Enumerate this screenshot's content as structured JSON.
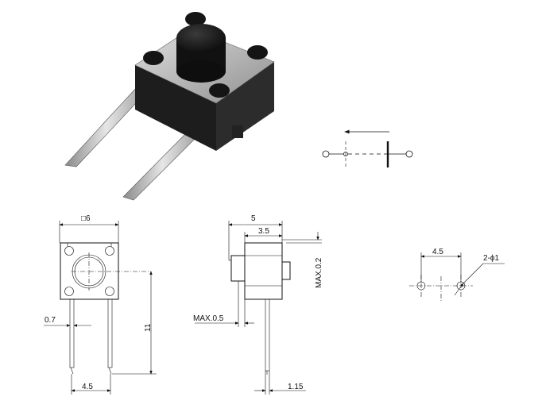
{
  "photo": {
    "subject": "tactile-switch-photo",
    "colors": {
      "body": "#1b1b1b",
      "plate": "#b8b8b8",
      "pins": "#c9c9c9"
    }
  },
  "symbol": {
    "icon": "push-switch-schematic-symbol"
  },
  "front_view": {
    "width_label": "□6",
    "pin_offset_label": "0.7",
    "height_label": "11",
    "pitch_label": "4.5"
  },
  "side_view": {
    "overall_label": "5",
    "body_label": "3.5",
    "max_top_label": "MAX.0.2",
    "max_side_label": "MAX.0.5",
    "pin_label": "1.15"
  },
  "pcb_layout": {
    "pitch_label": "4.5",
    "hole_label": "2-ϕ1"
  }
}
